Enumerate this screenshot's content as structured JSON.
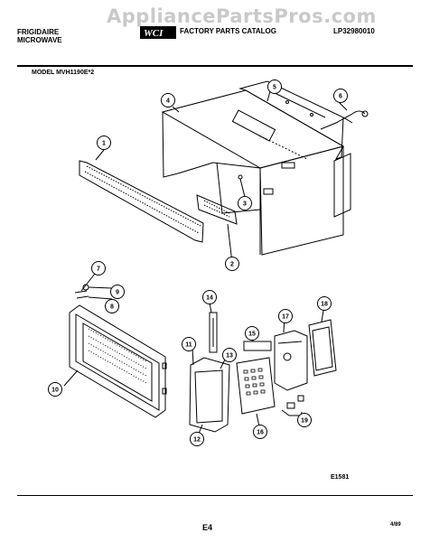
{
  "header": {
    "watermark": "AppliancePartsPros.com",
    "brand_line1": "FRIGIDAIRE",
    "brand_line2": "MICROWAVE",
    "catalog_title": "FACTORY PARTS CATALOG",
    "catalog_number": "LP32980010"
  },
  "model": "MODEL MVH1190E*2",
  "callouts": [
    "1",
    "2",
    "3",
    "4",
    "5",
    "6",
    "7",
    "8",
    "9",
    "10",
    "11",
    "12",
    "13",
    "14",
    "15",
    "16",
    "17",
    "18",
    "19"
  ],
  "footer": {
    "diagram_code": "E1581",
    "page_number": "E4",
    "date": "4/89"
  }
}
